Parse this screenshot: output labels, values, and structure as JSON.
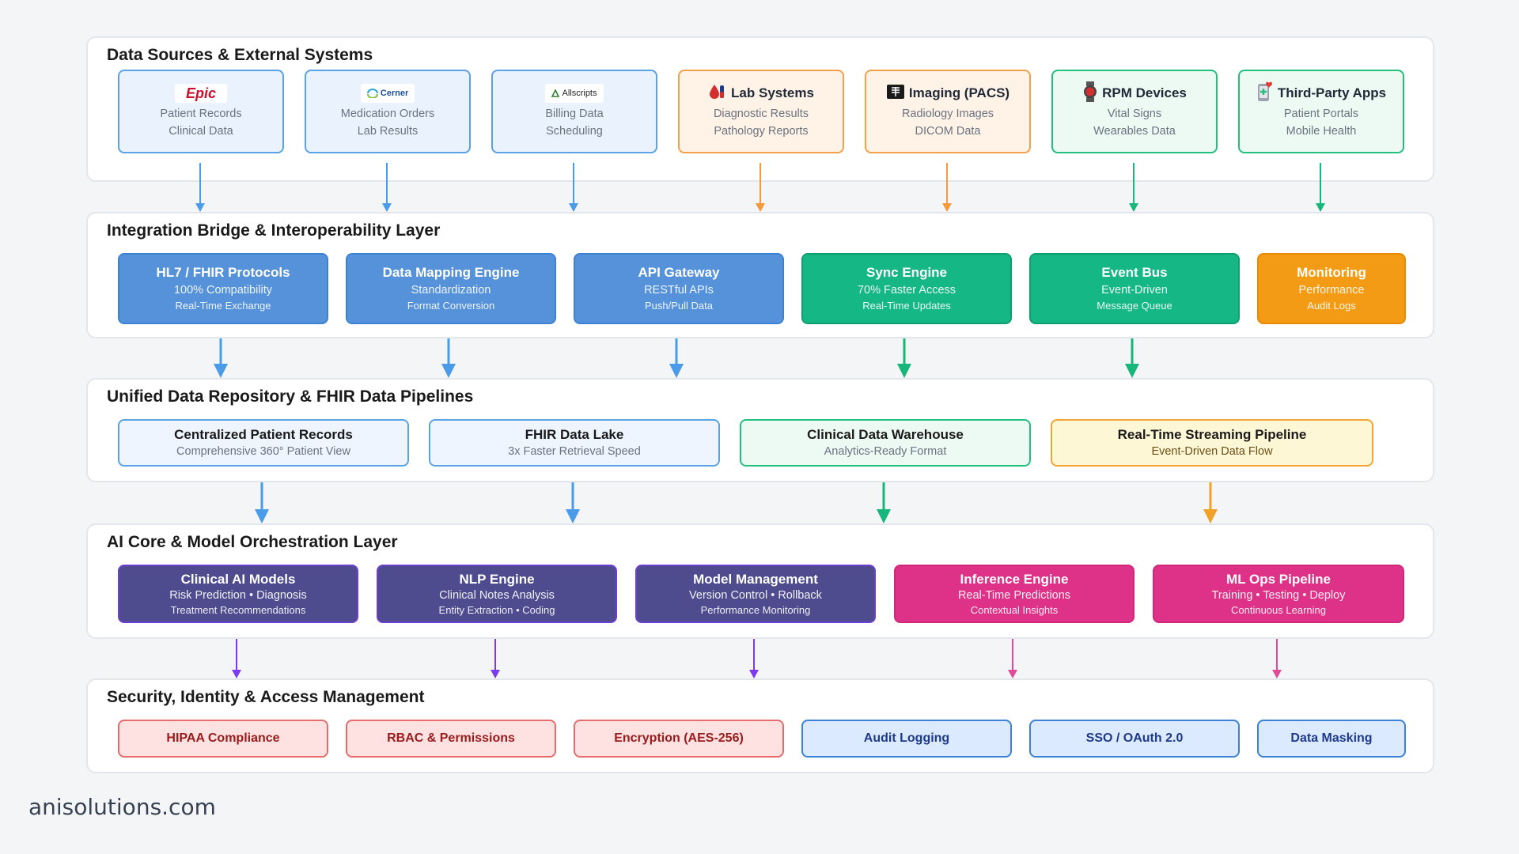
{
  "sources": {
    "title": "Data Sources & External Systems",
    "items": [
      {
        "logo": "Epic",
        "lines": [
          "Patient Records",
          "Clinical Data"
        ],
        "icon": "epic-logo"
      },
      {
        "logo": "Cerner",
        "lines": [
          "Medication Orders",
          "Lab Results"
        ],
        "icon": "cerner-logo"
      },
      {
        "logo": "Allscripts",
        "lines": [
          "Billing Data",
          "Scheduling"
        ],
        "icon": "allscripts-logo"
      },
      {
        "title": "Lab Systems",
        "lines": [
          "Diagnostic Results",
          "Pathology Reports"
        ],
        "icon": "blood-drop-icon"
      },
      {
        "title": "Imaging (PACS)",
        "lines": [
          "Radiology Images",
          "DICOM Data"
        ],
        "icon": "xray-icon"
      },
      {
        "title": "RPM Devices",
        "lines": [
          "Vital Signs",
          "Wearables Data"
        ],
        "icon": "smartwatch-icon"
      },
      {
        "title": "Third-Party Apps",
        "lines": [
          "Patient Portals",
          "Mobile Health"
        ],
        "icon": "mobile-health-icon"
      }
    ]
  },
  "integration": {
    "title": "Integration Bridge & Interoperability Layer",
    "items": [
      {
        "title": "HL7 / FHIR Protocols",
        "line1": "100% Compatibility",
        "line2": "Real-Time Exchange"
      },
      {
        "title": "Data Mapping Engine",
        "line1": "Standardization",
        "line2": "Format Conversion"
      },
      {
        "title": "API Gateway",
        "line1": "RESTful APIs",
        "line2": "Push/Pull Data"
      },
      {
        "title": "Sync Engine",
        "line1": "70% Faster Access",
        "line2": "Real-Time Updates"
      },
      {
        "title": "Event Bus",
        "line1": "Event-Driven",
        "line2": "Message Queue"
      },
      {
        "title": "Monitoring",
        "line1": "Performance",
        "line2": "Audit Logs"
      }
    ]
  },
  "repository": {
    "title": "Unified Data Repository & FHIR Data Pipelines",
    "items": [
      {
        "title": "Centralized Patient Records",
        "line1": "Comprehensive 360° Patient View"
      },
      {
        "title": "FHIR Data Lake",
        "line1": "3x Faster Retrieval Speed"
      },
      {
        "title": "Clinical Data Warehouse",
        "line1": "Analytics-Ready Format"
      },
      {
        "title": "Real-Time Streaming Pipeline",
        "line1": "Event-Driven Data Flow"
      }
    ]
  },
  "ai": {
    "title": "AI Core & Model Orchestration Layer",
    "items": [
      {
        "title": "Clinical AI Models",
        "line1": "Risk Prediction • Diagnosis",
        "line2": "Treatment Recommendations"
      },
      {
        "title": "NLP Engine",
        "line1": "Clinical Notes Analysis",
        "line2": "Entity Extraction • Coding"
      },
      {
        "title": "Model Management",
        "line1": "Version Control • Rollback",
        "line2": "Performance Monitoring"
      },
      {
        "title": "Inference Engine",
        "line1": "Real-Time Predictions",
        "line2": "Contextual Insights"
      },
      {
        "title": "ML Ops Pipeline",
        "line1": "Training • Testing • Deploy",
        "line2": "Continuous Learning"
      }
    ]
  },
  "security": {
    "title": "Security, Identity & Access Management",
    "items": [
      "HIPAA Compliance",
      "RBAC & Permissions",
      "Encryption (AES-256)",
      "Audit Logging",
      "SSO / OAuth 2.0",
      "Data Masking"
    ]
  },
  "footer": {
    "brand": "anisolutions.com"
  },
  "colors": {
    "blue": "#4a9be8",
    "orange": "#f59a3c",
    "green": "#17b67a",
    "yellow": "#f0a12a",
    "purple": "#7c3aed",
    "pink": "#e04a98",
    "sec_red": "#e66b6b",
    "sec_blue": "#3b82d6"
  }
}
